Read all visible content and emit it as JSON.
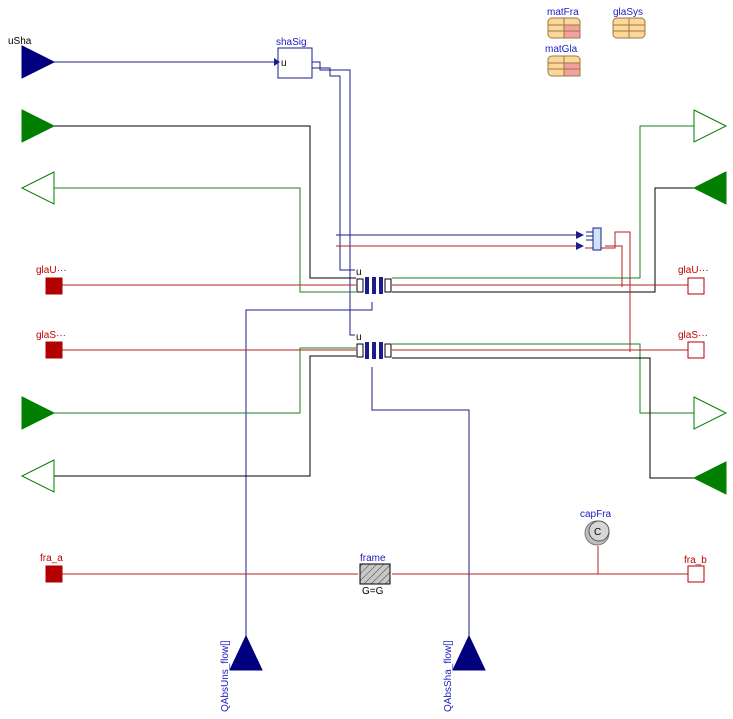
{
  "components": {
    "uSha": "uSha",
    "shaSig": "shaSig",
    "shaSig_port": "u",
    "matFra": "matFra",
    "glaSys": "glaSys",
    "matGla": "matGla",
    "glaUns_left": "glaU···",
    "glaUns_right": "glaU···",
    "glaSha_left": "glaS···",
    "glaSha_right": "glaS···",
    "conv_unshaded_port": "u",
    "conv_shaded_port": "u",
    "capFra": "capFra",
    "capFra_symbol": "C",
    "frame": "frame",
    "frame_param": "G=G",
    "fra_a": "fra_a",
    "fra_b": "fra_b",
    "QAbsUns_flow": "QAbsUns_flow[]",
    "QAbsSha_flow": "QAbsSha_flow[]"
  },
  "colors": {
    "signal": "#00007f",
    "heat": "#b20000",
    "radiation": "#007f00",
    "label": "#1c1cbe"
  }
}
